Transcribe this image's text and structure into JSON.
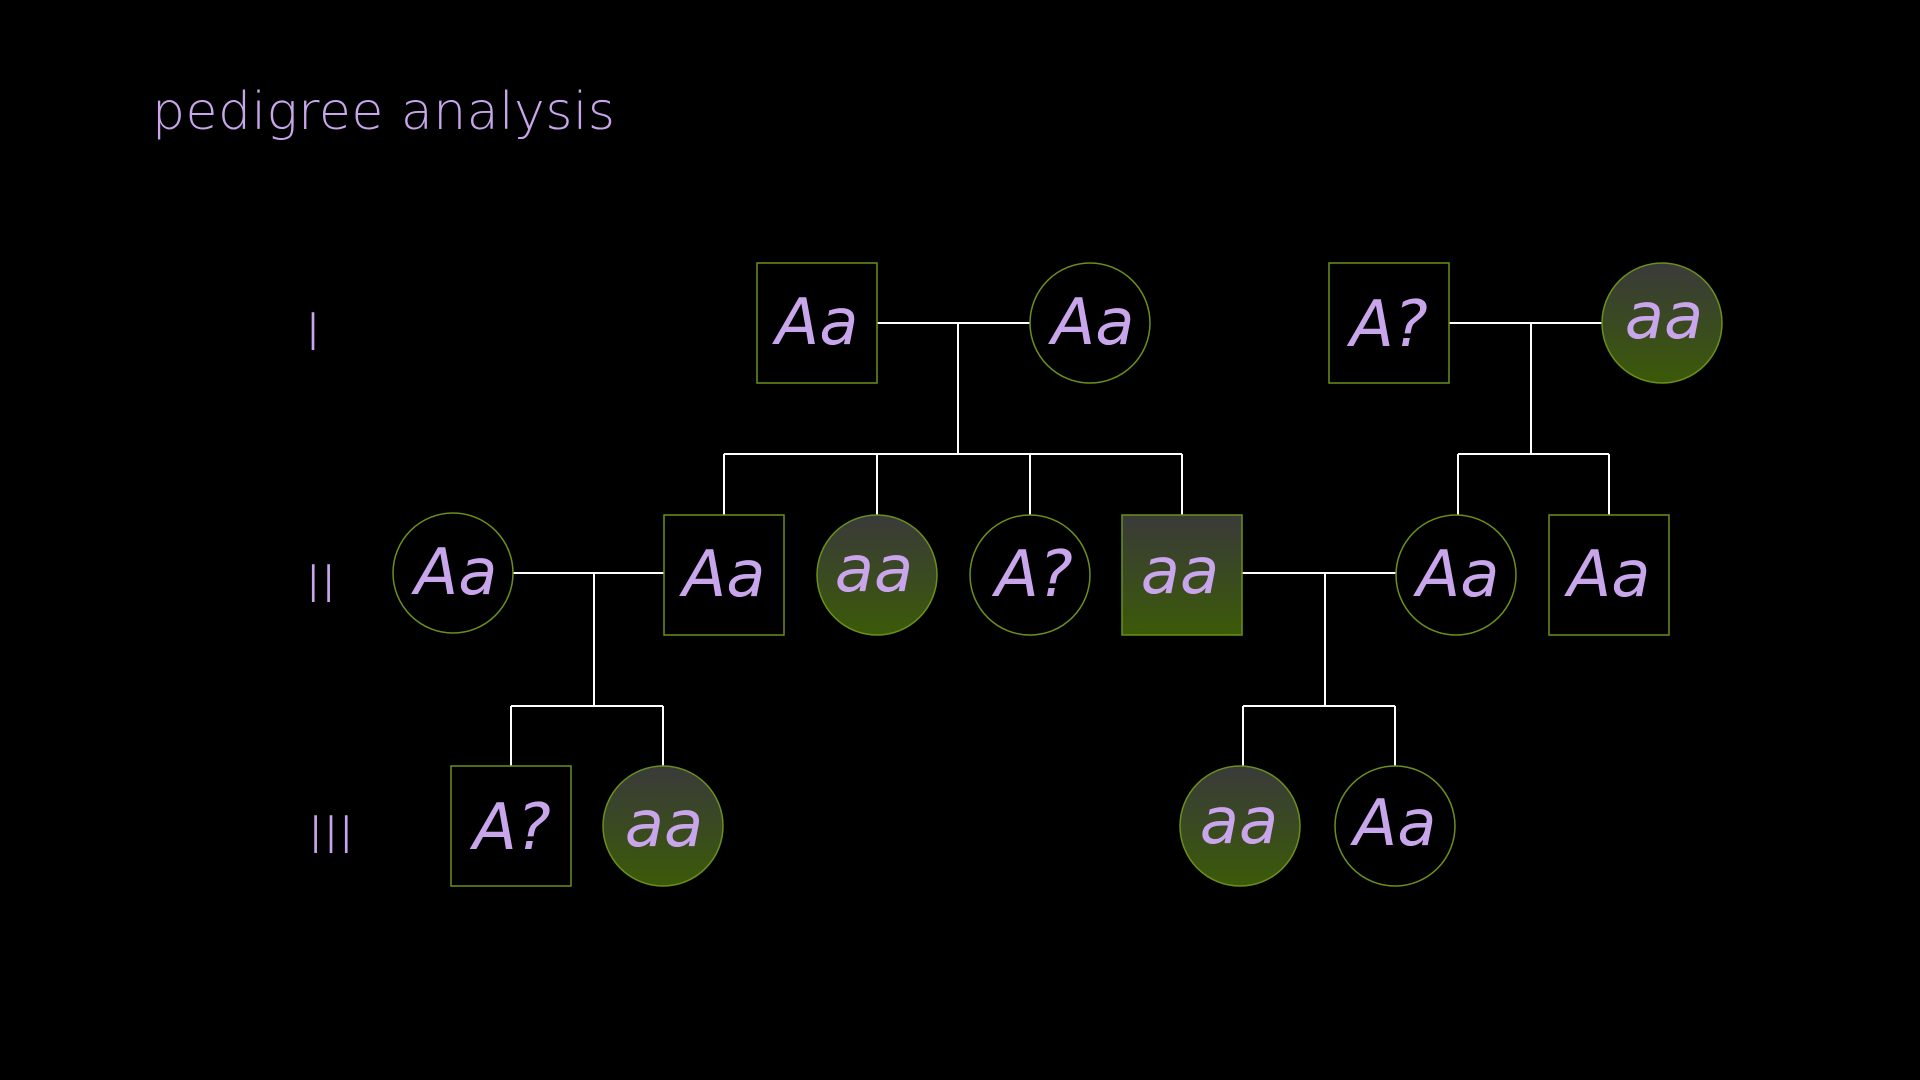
{
  "title": "pedigree analysis",
  "colors": {
    "background": "#000000",
    "text": "#c9a6ec",
    "outline": "#6a8f1c",
    "affected_top": "#3a3a3a",
    "affected_bottom": "#3b5a08",
    "line": "#ffffff"
  },
  "generations": [
    {
      "label": "I"
    },
    {
      "label": "II"
    },
    {
      "label": "III"
    }
  ],
  "individuals": [
    {
      "id": "I-1",
      "generation": "I",
      "sex": "male",
      "genotype": "Aa",
      "affected": false
    },
    {
      "id": "I-2",
      "generation": "I",
      "sex": "female",
      "genotype": "Aa",
      "affected": false
    },
    {
      "id": "I-3",
      "generation": "I",
      "sex": "male",
      "genotype": "A?",
      "affected": false
    },
    {
      "id": "I-4",
      "generation": "I",
      "sex": "female",
      "genotype": "aa",
      "affected": true
    },
    {
      "id": "II-1",
      "generation": "II",
      "sex": "female",
      "genotype": "Aa",
      "affected": false
    },
    {
      "id": "II-2",
      "generation": "II",
      "sex": "male",
      "genotype": "Aa",
      "affected": false
    },
    {
      "id": "II-3",
      "generation": "II",
      "sex": "female",
      "genotype": "aa",
      "affected": true
    },
    {
      "id": "II-4",
      "generation": "II",
      "sex": "female",
      "genotype": "A?",
      "affected": false
    },
    {
      "id": "II-5",
      "generation": "II",
      "sex": "male",
      "genotype": "aa",
      "affected": true
    },
    {
      "id": "II-6",
      "generation": "II",
      "sex": "female",
      "genotype": "Aa",
      "affected": false
    },
    {
      "id": "II-7",
      "generation": "II",
      "sex": "male",
      "genotype": "Aa",
      "affected": false
    },
    {
      "id": "III-1",
      "generation": "III",
      "sex": "male",
      "genotype": "A?",
      "affected": false
    },
    {
      "id": "III-2",
      "generation": "III",
      "sex": "female",
      "genotype": "aa",
      "affected": true
    },
    {
      "id": "III-3",
      "generation": "III",
      "sex": "female",
      "genotype": "aa",
      "affected": true
    },
    {
      "id": "III-4",
      "generation": "III",
      "sex": "female",
      "genotype": "Aa",
      "affected": false
    }
  ],
  "matings": [
    {
      "parents": [
        "I-1",
        "I-2"
      ],
      "children": [
        "II-2",
        "II-3",
        "II-4",
        "II-5"
      ]
    },
    {
      "parents": [
        "I-3",
        "I-4"
      ],
      "children": [
        "II-6",
        "II-7"
      ]
    },
    {
      "parents": [
        "II-1",
        "II-2"
      ],
      "children": [
        "III-1",
        "III-2"
      ]
    },
    {
      "parents": [
        "II-5",
        "II-6"
      ],
      "children": [
        "III-3",
        "III-4"
      ]
    }
  ]
}
